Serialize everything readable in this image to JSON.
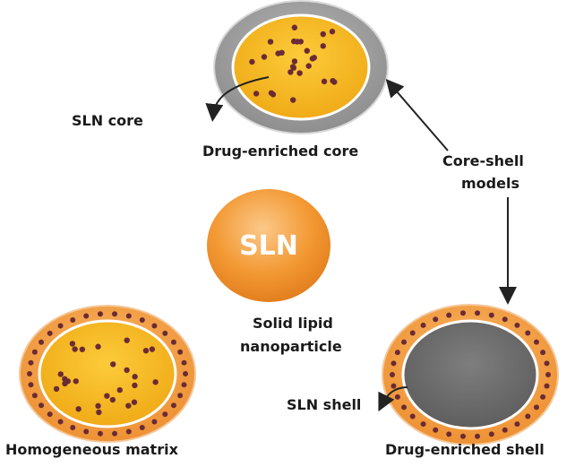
{
  "labels": {
    "sln_core": "SLN core",
    "drug_enriched_core": "Drug-enriched core",
    "core_shell_line1": "Core-shell",
    "core_shell_line2": "models",
    "sln_center": "SLN",
    "solid_lipid_line1": "Solid lipid",
    "solid_lipid_line2": "nanoparticle",
    "sln_shell": "SLN shell",
    "homogeneous_matrix": "Homogeneous matrix",
    "drug_enriched_shell": "Drug-enriched shell"
  },
  "colors": {
    "core_yellow": "#F5B81C",
    "shell_orange": "#F2A040",
    "shell_grey": "#A0A0A0",
    "dark_grey_core": "#6E6E6E",
    "drug_dot": "#6B2B35",
    "sln_orange": "#F0902A"
  }
}
